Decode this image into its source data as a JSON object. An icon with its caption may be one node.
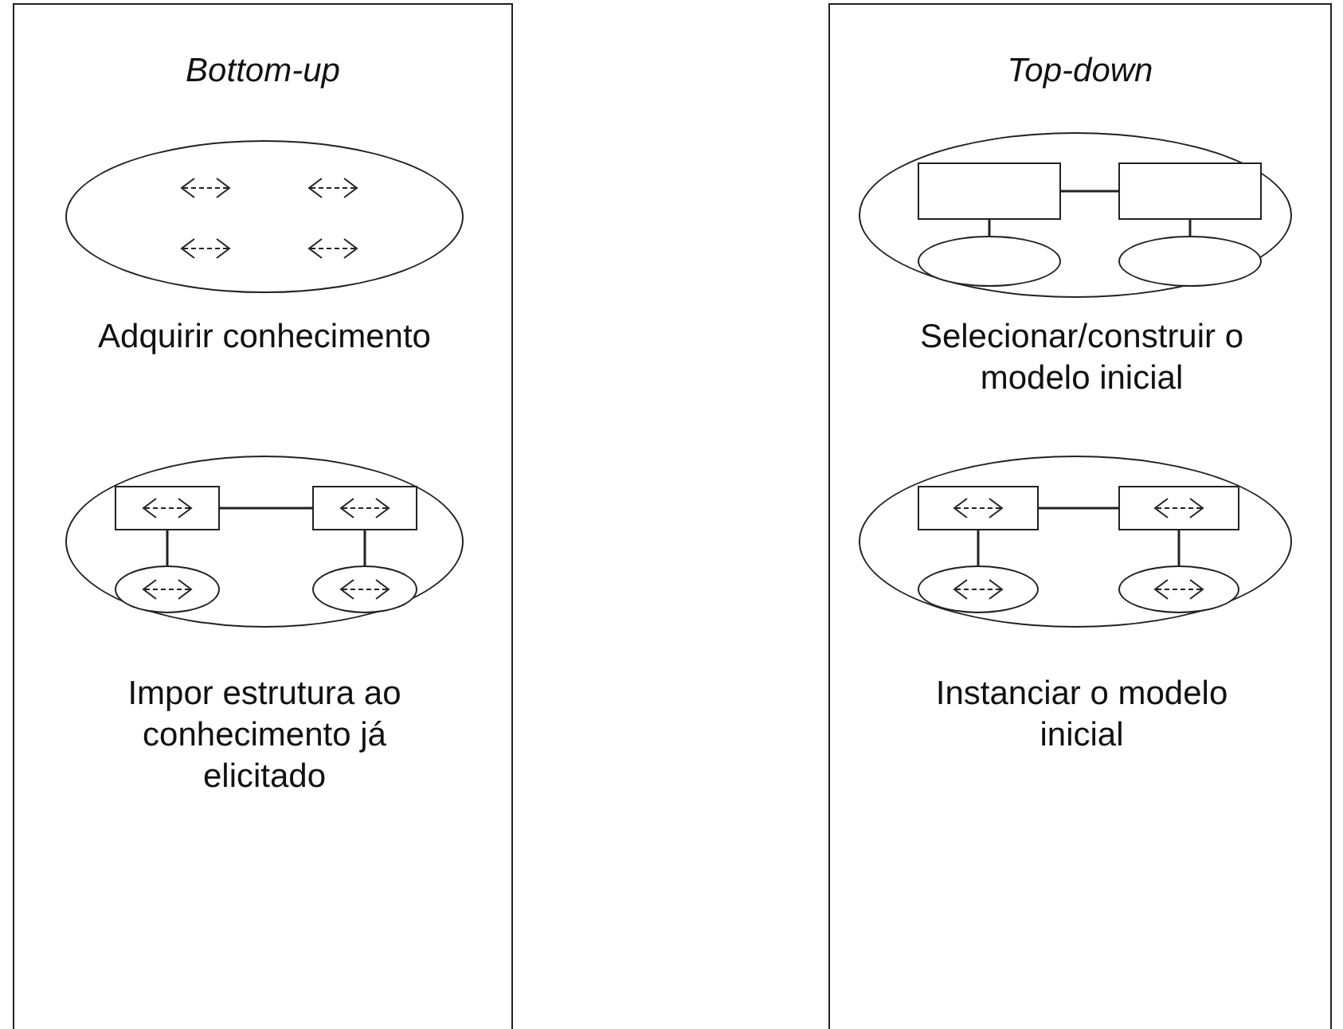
{
  "diagram": {
    "nodes": [
      {
        "text": [
          "Bottom-up"
        ]
      },
      {
        "text": [],
        "shape": "ellipse",
        "in": 0,
        "beside": [
          "Adquirir conhecimento"
        ]
      },
      {
        "text": [],
        "shape": "ellipse",
        "in": 0,
        "beside": [
          "Impor estrutura ao conhecimento já elicitado"
        ]
      },
      {
        "text": [],
        "shape": "box",
        "in": 2
      },
      {
        "text": [],
        "shape": "box",
        "in": 2
      },
      {
        "text": [],
        "shape": "ellipse",
        "in": 2
      },
      {
        "text": [],
        "shape": "ellipse",
        "in": 2
      },
      {
        "text": [
          "Top-down"
        ]
      },
      {
        "text": [],
        "shape": "ellipse",
        "in": 7,
        "beside": [
          "Selecionar/construir o modelo inicial"
        ]
      },
      {
        "text": [],
        "shape": "box",
        "in": 8
      },
      {
        "text": [],
        "shape": "box",
        "in": 8
      },
      {
        "text": [],
        "shape": "ellipse",
        "in": 8
      },
      {
        "text": [],
        "shape": "ellipse",
        "in": 8
      },
      {
        "text": [],
        "shape": "ellipse",
        "in": 7,
        "beside": [
          "Instanciar o modelo inicial"
        ]
      },
      {
        "text": [],
        "shape": "box",
        "in": 13
      },
      {
        "text": [],
        "shape": "box",
        "in": 13
      },
      {
        "text": [],
        "shape": "ellipse",
        "in": 13
      },
      {
        "text": [],
        "shape": "ellipse",
        "in": 13
      }
    ],
    "edges": [
      {
        "from": 3,
        "to": 4,
        "arrow": "none"
      },
      {
        "from": 3,
        "to": 5,
        "arrow": "none"
      },
      {
        "from": 4,
        "to": 6,
        "arrow": "none"
      },
      {
        "from": 9,
        "to": 10,
        "arrow": "none"
      },
      {
        "from": 9,
        "to": 11,
        "arrow": "none"
      },
      {
        "from": 10,
        "to": 12,
        "arrow": "none"
      },
      {
        "from": 14,
        "to": 15,
        "arrow": "none"
      },
      {
        "from": 14,
        "to": 16,
        "arrow": "none"
      },
      {
        "from": 15,
        "to": 17,
        "arrow": "none"
      }
    ]
  }
}
